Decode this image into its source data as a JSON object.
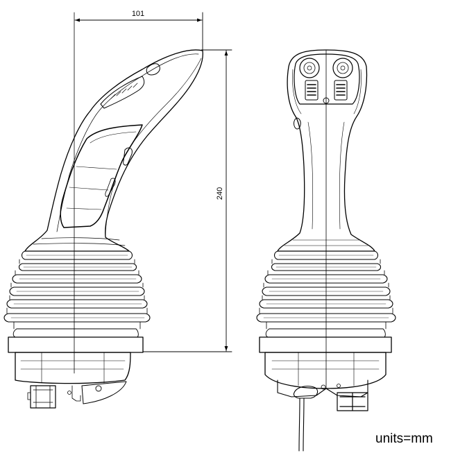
{
  "dimensions": {
    "width_value": "101",
    "height_value": "240"
  },
  "units_label": "units=mm",
  "colors": {
    "line": "#000000",
    "background": "#ffffff"
  }
}
